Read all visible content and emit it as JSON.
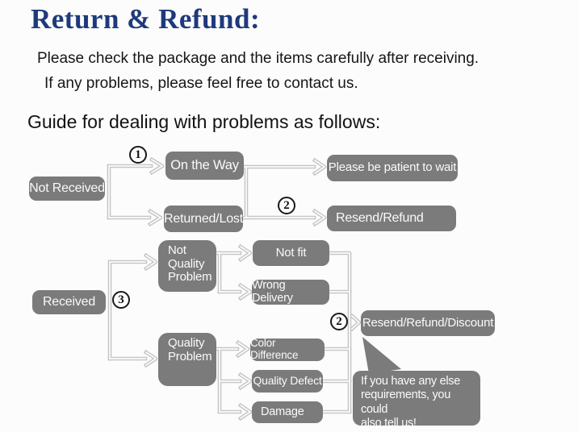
{
  "header": {
    "title": "Return & Refund:",
    "intro_line1": "Please check the package and the items carefully after receiving.",
    "intro_line2": "If any problems, please feel free to contact us.",
    "guide_heading": "Guide for dealing with problems as follows:"
  },
  "colors": {
    "title_navy": "#1e3a7c",
    "node_gray": "#7b7b7b",
    "node_text": "#fafafa",
    "wire_gray": "#c5c5c5",
    "marker_black": "#1a1a1a"
  },
  "flow_top": {
    "not_received": "Not Received",
    "step1_marker": "1",
    "on_the_way": "On the Way",
    "returned_lost": "Returned/Lost",
    "please_wait": "Please be patient to wait",
    "step2_marker": "2",
    "resend_refund": "Resend/Refund"
  },
  "flow_bottom": {
    "received": "Received",
    "step3_marker": "3",
    "not_quality_problem": "Not Quality Problem",
    "quality_problem": "Quality Problem",
    "not_fit": "Not fit",
    "wrong_delivery": "Wrong Delivery",
    "color_difference": "Color Difference",
    "quality_defect": "Quality Defect",
    "damage": "Damage",
    "step2_marker": "2",
    "resend_refund_discount": "Resend/Refund/Discount",
    "note_bubble_lines": {
      "line1": "If you have any else",
      "line2": "requirements, you could",
      "line3": "also tell us!"
    }
  }
}
